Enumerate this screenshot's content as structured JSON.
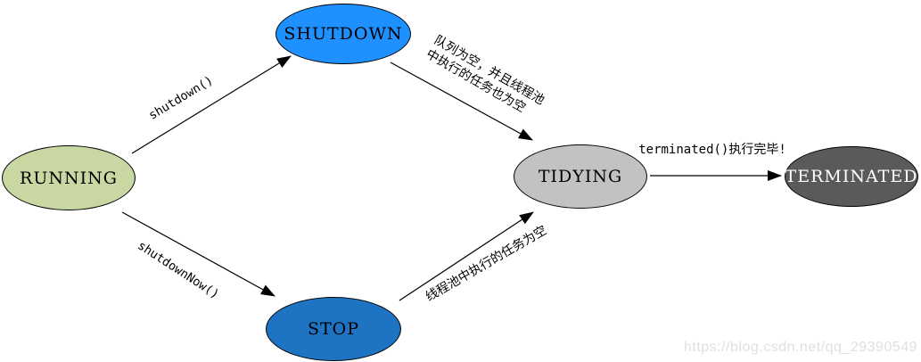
{
  "page": {
    "background_color": "#ffffff"
  },
  "watermark": {
    "text": "https://blog.csdn.net/qq_29390549",
    "color": "#e0e0e0"
  },
  "diagram": {
    "type": "state-transition-diagram",
    "subject": "thread-pool lifecycle states",
    "states": [
      {
        "id": "running",
        "label": "RUNNING",
        "fill": "#c9d8a2",
        "text_color": "#000000"
      },
      {
        "id": "shutdown",
        "label": "SHUTDOWN",
        "fill": "#1e90ff",
        "text_color": "#000000"
      },
      {
        "id": "stop",
        "label": "STOP",
        "fill": "#1e73c3",
        "text_color": "#000000"
      },
      {
        "id": "tidying",
        "label": "TIDYING",
        "fill": "#c2c2c2",
        "text_color": "#000000"
      },
      {
        "id": "terminated",
        "label": "TERMINATED",
        "fill": "#5a5a5a",
        "text_color": "#ffffff"
      }
    ],
    "transitions": [
      {
        "from": "RUNNING",
        "to": "SHUTDOWN",
        "label": "shutdown()"
      },
      {
        "from": "RUNNING",
        "to": "STOP",
        "label": "shutdownNow()"
      },
      {
        "from": "SHUTDOWN",
        "to": "TIDYING",
        "label": "队列为空，并且线程池中执行的任务也为空",
        "lines": [
          "队列为空，并且线程池",
          "中执行的任务也为空"
        ]
      },
      {
        "from": "STOP",
        "to": "TIDYING",
        "label": "线程池中执行的任务为空"
      },
      {
        "from": "TIDYING",
        "to": "TERMINATED",
        "label": "terminated()执行完毕!"
      }
    ]
  }
}
